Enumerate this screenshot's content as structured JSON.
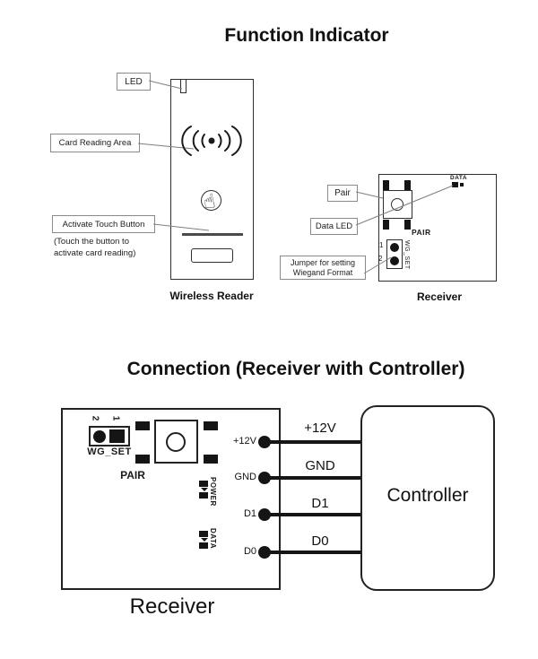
{
  "function_indicator": {
    "title": "Function Indicator",
    "reader": {
      "led_label": "LED",
      "card_label": "Card Reading Area",
      "touch_label": "Activate Touch Button",
      "note_line1": "(Touch the button to",
      "note_line2": "activate card reading)",
      "caption": "Wireless Reader"
    },
    "receiver": {
      "pair_box": "Pair",
      "data_led_box": "Data LED",
      "jumper_line1": "Jumper for setting",
      "jumper_line2": "Wiegand Format",
      "data_text": "DATA",
      "pair_text": "PAIR",
      "pin1": "1",
      "pin2": "2",
      "wg_set": "WG_SET",
      "caption": "Receiver"
    }
  },
  "connection": {
    "title": "Connection (Receiver with Controller)",
    "receiver": {
      "pin2": "2",
      "pin1": "1",
      "wg_set": "WG_SET",
      "pair_text": "PAIR",
      "power_text": "POWER",
      "data_text": "DATA",
      "t_12v": "+12V",
      "t_gnd": "GND",
      "t_d1": "D1",
      "t_d0": "D0",
      "caption": "Receiver"
    },
    "wire_labels": {
      "v12": "+12V",
      "gnd": "GND",
      "d1": "D1",
      "d0": "D0"
    },
    "controller_label": "Controller"
  },
  "icons": {
    "touch_hand": "☝"
  },
  "colors": {
    "ink": "#1a1a1a",
    "connector_line": "#7f7f7f",
    "bar": "#4a4a4a"
  }
}
